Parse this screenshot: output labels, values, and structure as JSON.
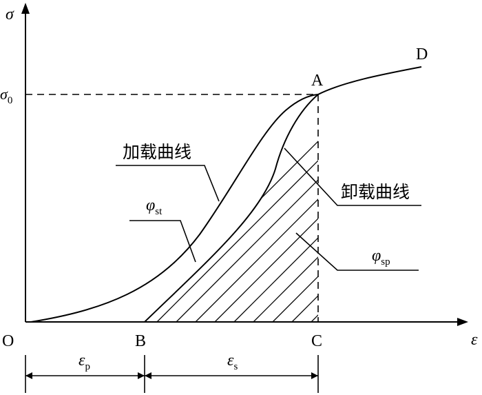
{
  "axes": {
    "y_symbol": "σ",
    "x_symbol": "ε",
    "sigma0_base": "σ",
    "sigma0_sub": "0"
  },
  "points": {
    "origin": "O",
    "B": "B",
    "C": "C",
    "A": "A",
    "D": "D"
  },
  "labels": {
    "loading_curve": "加载曲线",
    "unloading_curve": "卸载曲线",
    "phi_st_base": "φ",
    "phi_st_sub": "st",
    "phi_sp_base": "φ",
    "phi_sp_sub": "sp"
  },
  "dimensions": {
    "eps_p_base": "ε",
    "eps_p_sub": "p",
    "eps_s_base": "ε",
    "eps_s_sub": "s"
  }
}
